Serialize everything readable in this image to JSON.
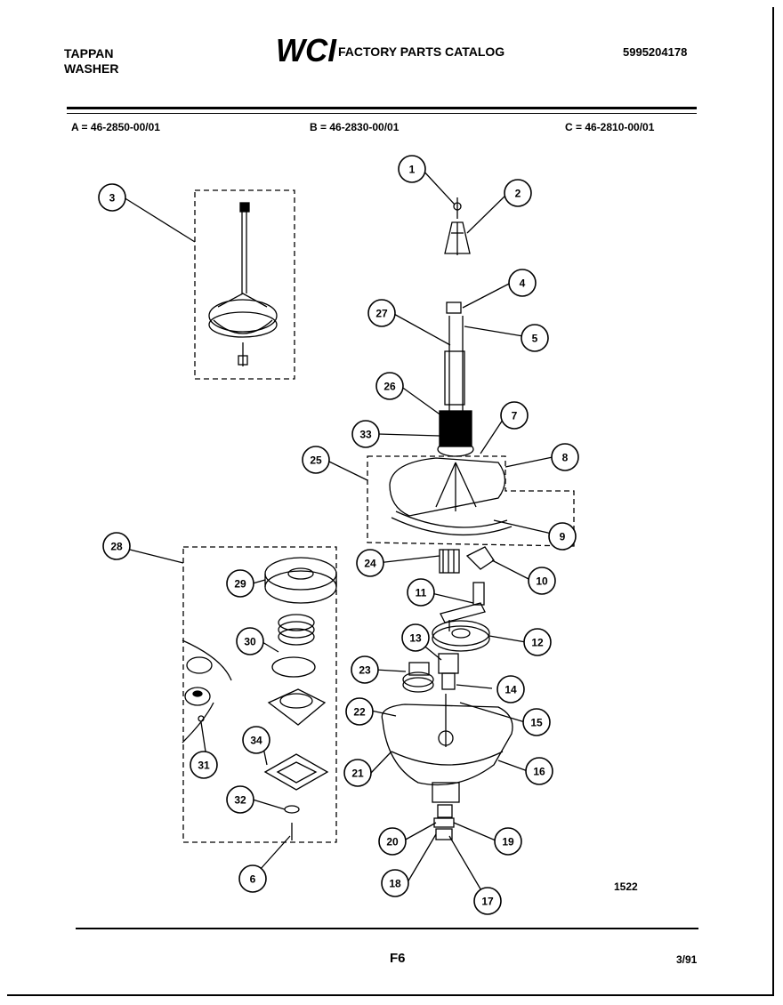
{
  "header": {
    "brand_line1": "TAPPAN",
    "brand_line2": "WASHER",
    "logo_text": "WCI",
    "catalog_title": "FACTORY PARTS CATALOG",
    "catalog_number": "5995204178"
  },
  "models": {
    "a": "A = 46-2850-00/01",
    "b": "B = 46-2830-00/01",
    "c": "C = 46-2810-00/01"
  },
  "diagram_id": "1522",
  "footer": {
    "page_code": "F6",
    "date": "3/91"
  },
  "callouts": [
    "1",
    "2",
    "3",
    "4",
    "5",
    "6",
    "7",
    "8",
    "9",
    "10",
    "11",
    "12",
    "13",
    "14",
    "15",
    "16",
    "17",
    "18",
    "19",
    "20",
    "21",
    "22",
    "23",
    "24",
    "25",
    "26",
    "27",
    "28",
    "29",
    "30",
    "31",
    "32",
    "33",
    "34"
  ]
}
